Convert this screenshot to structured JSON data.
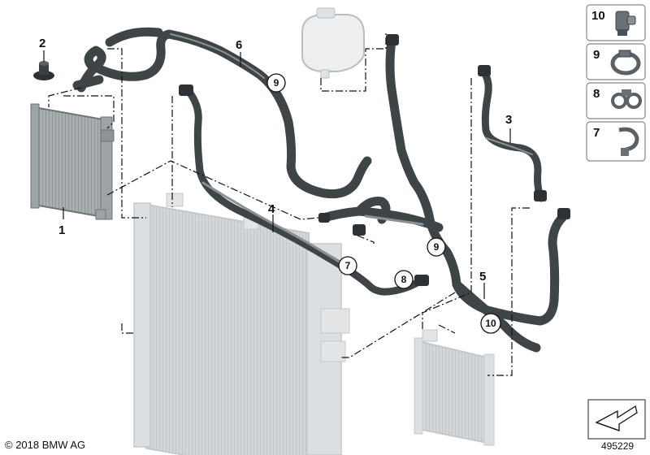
{
  "callouts": [
    {
      "id": "c1",
      "text": "1"
    },
    {
      "id": "c2",
      "text": "2"
    },
    {
      "id": "c3",
      "text": "3"
    },
    {
      "id": "c4",
      "text": "4"
    },
    {
      "id": "c5",
      "text": "5"
    },
    {
      "id": "c6",
      "text": "6"
    }
  ],
  "circled": [
    {
      "id": "k9a",
      "text": "9"
    },
    {
      "id": "k9b",
      "text": "9"
    },
    {
      "id": "k7",
      "text": "7"
    },
    {
      "id": "k8",
      "text": "8"
    },
    {
      "id": "k10",
      "text": "10"
    }
  ],
  "legend": [
    {
      "text": "10",
      "part": "clip-icon"
    },
    {
      "text": "9",
      "part": "clamp-icon"
    },
    {
      "text": "8",
      "part": "double-clip-icon"
    },
    {
      "text": "7",
      "part": "spring-clip-icon"
    }
  ],
  "copyright": "© 2018 BMW AG",
  "part_number": "495229"
}
